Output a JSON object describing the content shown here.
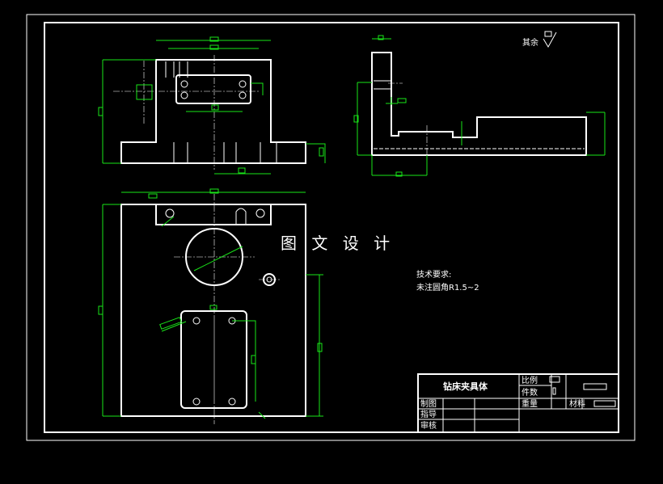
{
  "watermark": "图 文 设 计",
  "surface_note": "其余",
  "tech_requirements": {
    "heading": "技术要求:",
    "items": [
      "未注圆角R1.5~2"
    ]
  },
  "title_block": {
    "part_name": "钻床夹具体",
    "scale_label": "比例",
    "quantity_label": "件数",
    "drawn_label": "制图",
    "guide_label": "指导",
    "review_label": "审核",
    "weight_label": "重量",
    "material_label": "材料"
  },
  "colors": {
    "background": "#000000",
    "outline": "#ffffff",
    "dimension": "#19e619"
  }
}
